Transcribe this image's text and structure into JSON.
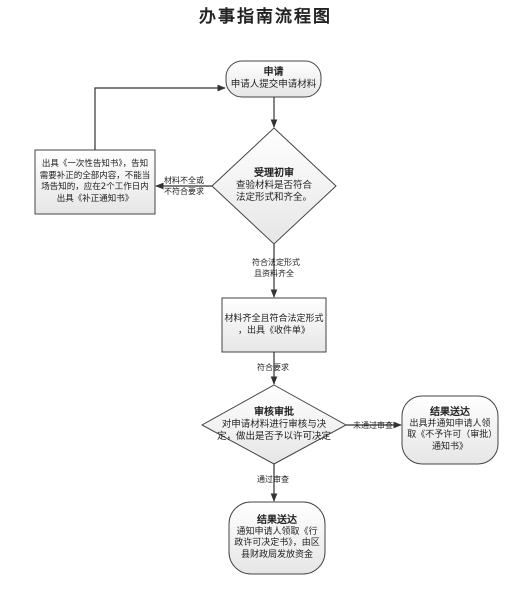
{
  "title": "办事指南流程图",
  "nodes": {
    "apply": {
      "head": "申请",
      "text": "申请人提交申请材料"
    },
    "review": {
      "head": "受理初审",
      "line1": "查验材料是否符合",
      "line2": "法定形式和齐全。"
    },
    "notice": {
      "text": "出具《一次性告知书》，告知需要补正的全部内容，不能当场告知的，应在2个工作日内出具《补正通知书》"
    },
    "receipt": {
      "line1": "材料齐全且符合法定形式",
      "line2": "，出具《收件单》"
    },
    "approve": {
      "head": "审核审批",
      "line1": "对申请材料进行审核与决",
      "line2": "定，做出是否予以许可决定"
    },
    "reject": {
      "head": "结果送达",
      "text": "出具并通知申请人领取《不予许可（审批）通知书》"
    },
    "result": {
      "head": "结果送达",
      "text": "通知申请人领取《行政许可决定书》，由区县财政局发放资金"
    }
  },
  "edge_labels": {
    "incomplete_1": "材料不全或",
    "incomplete_2": "不符合要求",
    "complete_1": "符合法定形式",
    "complete_2": "且资料齐全",
    "meets": "符合要求",
    "fail": "未通过审查",
    "pass": "通过审查"
  }
}
